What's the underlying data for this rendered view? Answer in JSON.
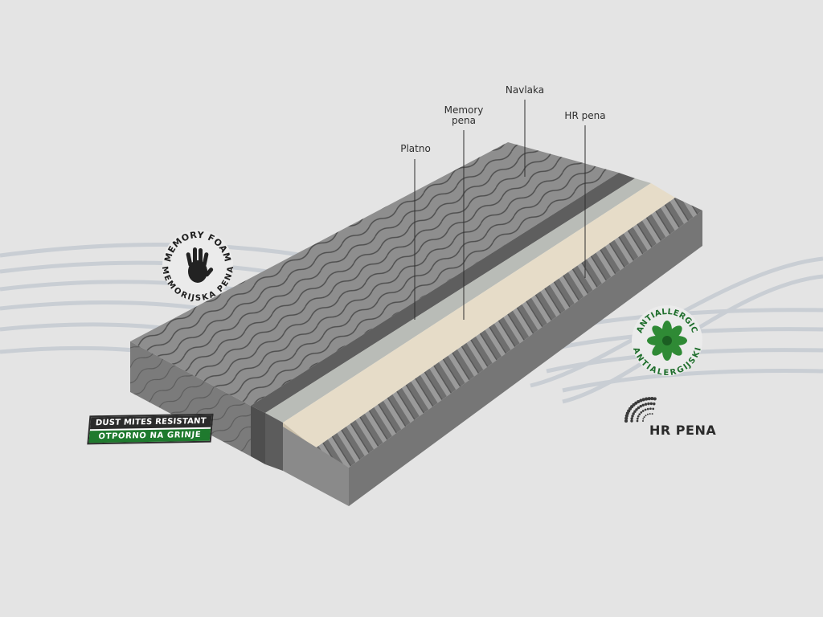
{
  "labels": {
    "platno": "Platno",
    "memory": "Memory\npena",
    "navlaka": "Navlaka",
    "hr": "HR pena"
  },
  "badges": {
    "memory_foam_top": "MEMORY FOAM",
    "memory_foam_bottom": "MEMORIJSKA PENA",
    "dust_mites_en": "DUST MITES RESISTANT",
    "dust_mites_sr": "OTPORNO NA GRINJE",
    "antiallergic_top": "ANTIALLERGIC",
    "antiallergic_bottom": "ANTIALERGIJSKI",
    "hr_pena": "HR PENA"
  },
  "colors": {
    "background": "#e4e4e4",
    "foam_gray": "#8c8c8c",
    "memory_layer": "#e6dcc8",
    "platno_layer": "#b9bcb7",
    "badge_green": "#1f7a2e"
  },
  "icons": {
    "memory_foam": "handprint-icon",
    "antiallergic": "leaf-flower-icon",
    "hr_pena": "dotted-arc-icon"
  }
}
